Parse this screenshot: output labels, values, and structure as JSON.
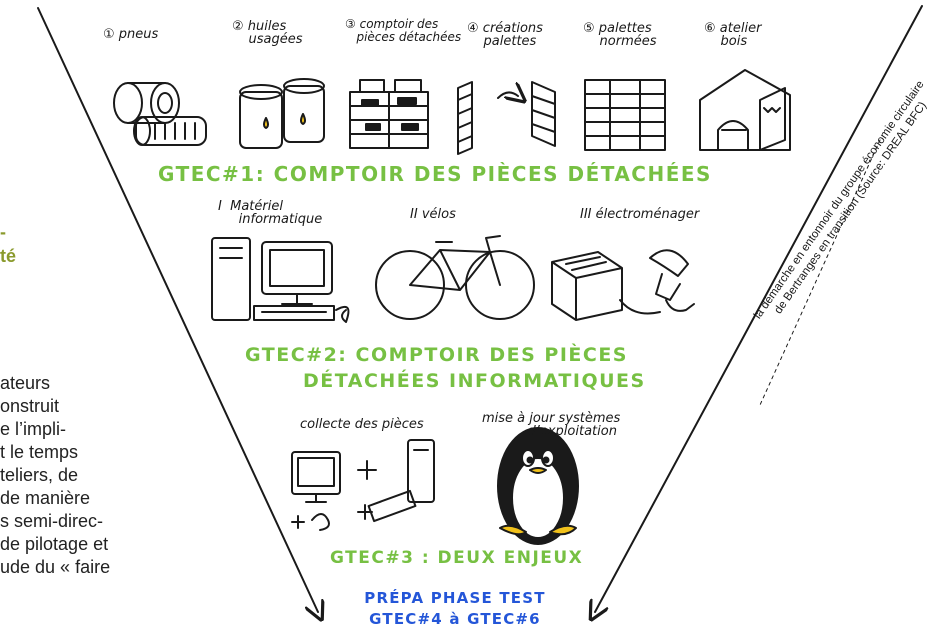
{
  "left_column": {
    "heading_fragment_1": "-",
    "heading_fragment_2": "té",
    "body_lines": [
      "ateurs",
      "onstruit",
      "e l’impli-",
      "t le temps",
      "teliers, de",
      "de manière",
      "s semi-direc-",
      "de pilotage et",
      "ude du « faire"
    ]
  },
  "funnel": {
    "top_items": [
      {
        "num": "①",
        "label_1": "pneus",
        "label_2": ""
      },
      {
        "num": "②",
        "label_1": "huiles",
        "label_2": "usagées"
      },
      {
        "num": "③",
        "label_1": "comptoir des",
        "label_2": "pièces détachées"
      },
      {
        "num": "④",
        "label_1": "créations",
        "label_2": "palettes"
      },
      {
        "num": "⑤",
        "label_1": "palettes",
        "label_2": "normées"
      },
      {
        "num": "⑥",
        "label_1": "atelier",
        "label_2": "bois"
      }
    ],
    "gtec1_title": "GTEC#1: COMPTOIR DES PIÈCES DÉTACHÉES",
    "mid_items": [
      {
        "num": "I",
        "label_1": "Matériel",
        "label_2": "informatique"
      },
      {
        "num": "II",
        "label_1": "vélos",
        "label_2": ""
      },
      {
        "num": "III",
        "label_1": "électroménager",
        "label_2": ""
      }
    ],
    "gtec2_title_line1": "GTEC#2: COMPTOIR DES PIÈCES",
    "gtec2_title_line2": "DÉTACHÉES INFORMATIQUES",
    "gtec3_items": [
      {
        "label_1": "collecte des pièces",
        "label_2": ""
      },
      {
        "label_1": "mise à jour systèmes",
        "label_2": "d’exploitation"
      }
    ],
    "gtec3_title": "GTEC#3 : DEUX ENJEUX",
    "final_line1": "PRÉPA PHASE TEST",
    "final_line2": "GTEC#4 à GTEC#6"
  },
  "caption": {
    "line1": "la démarche en entonnoir du groupe économie circulaire",
    "line2": "de Bertranges en transition (Source: DREAL BFC)"
  },
  "colors": {
    "green": "#77c043",
    "blue": "#2456d8",
    "olive": "#8a9a2c",
    "ink": "#1a1a1a"
  }
}
